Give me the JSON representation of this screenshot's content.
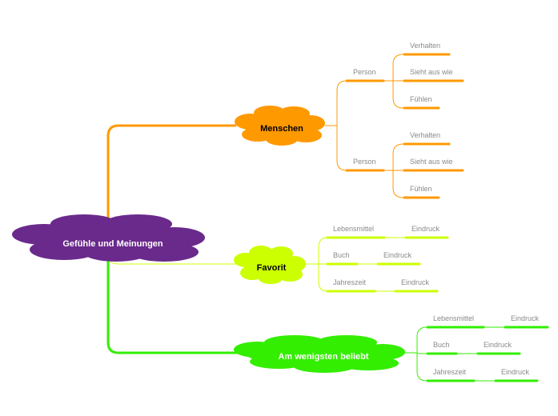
{
  "colors": {
    "root": "#6a2a8c",
    "menschen": "#ff9900",
    "favorit": "#ccff00",
    "wenigsten": "#33ee00",
    "leaf_text": "#8a8a8a"
  },
  "root": {
    "label": "Gefühle und Meinungen"
  },
  "branches": {
    "menschen": {
      "label": "Menschen",
      "groups": [
        {
          "label": "Person",
          "items": [
            "Verhalten",
            "Sieht aus wie",
            "Fühlen"
          ]
        },
        {
          "label": "Person",
          "items": [
            "Verhalten",
            "Sieht aus wie",
            "Fühlen"
          ]
        }
      ]
    },
    "favorit": {
      "label": "Favorit",
      "rows": [
        {
          "label": "Lebensmittel",
          "child": "Eindruck"
        },
        {
          "label": "Buch",
          "child": "Eindruck"
        },
        {
          "label": "Jahreszeit",
          "child": "Eindruck"
        }
      ]
    },
    "wenigsten": {
      "label": "Am wenigsten beliebt",
      "rows": [
        {
          "label": "Lebensmittel",
          "child": "Eindruck"
        },
        {
          "label": "Buch",
          "child": "Eindruck"
        },
        {
          "label": "Jahreszeit",
          "child": "Eindruck"
        }
      ]
    }
  }
}
